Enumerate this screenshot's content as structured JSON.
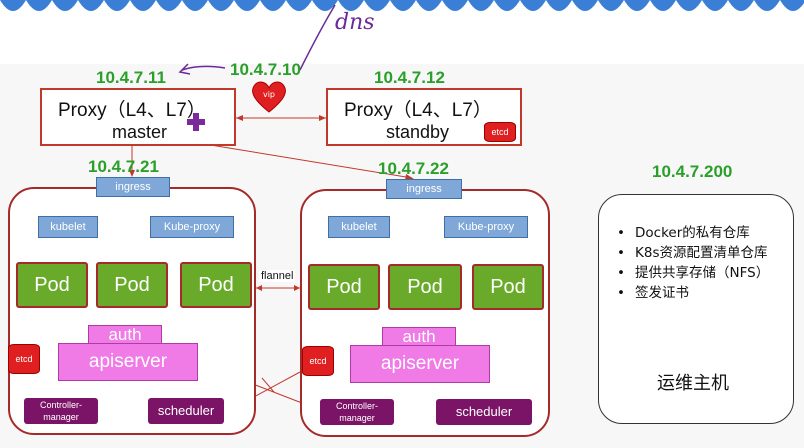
{
  "top_ips": {
    "vip": "10.4.7.10",
    "master": "10.4.7.11",
    "standby": "10.4.7.12",
    "node1": "10.4.7.21",
    "node2": "10.4.7.22",
    "ops": "10.4.7.200"
  },
  "annotation": "dns",
  "proxy": {
    "master_title": "Proxy（L4、L7）",
    "master_role": "master",
    "standby_title": "Proxy（L4、L7）",
    "standby_role": "standby",
    "vip_label": "vip",
    "etcd_label": "etcd"
  },
  "nodes": [
    {
      "ingress": "ingress",
      "kubelet": "kubelet",
      "kube_proxy": "Kube-proxy",
      "pods": [
        "Pod",
        "Pod",
        "Pod"
      ],
      "auth": "auth",
      "apiserver": "apiserver",
      "etcd": "etcd",
      "controller_manager": "Controller-\nmanager",
      "scheduler": "scheduler"
    },
    {
      "ingress": "ingress",
      "kubelet": "kubelet",
      "kube_proxy": "Kube-proxy",
      "pods": [
        "Pod",
        "Pod",
        "Pod"
      ],
      "auth": "auth",
      "apiserver": "apiserver",
      "etcd": "etcd",
      "controller_manager": "Controller-\nmanager",
      "scheduler": "scheduler"
    }
  ],
  "flannel_label": "flannel",
  "ops_host": {
    "items": [
      "Docker的私有仓库",
      "K8s资源配置清单仓库",
      "提供共享存储（NFS）",
      "签发证书"
    ],
    "title": "运维主机"
  },
  "colors": {
    "ip_green": "#2aa02a",
    "border_red": "#c0392b",
    "pod_green": "#6aaa2a",
    "component_blue": "#7fa8d8",
    "apiserver_pink": "#f07ae6",
    "scheduler_purple": "#7b1466",
    "etcd_red": "#e02020",
    "vip_heart": "#e02020",
    "annotation_purple": "#6a2a9a"
  }
}
